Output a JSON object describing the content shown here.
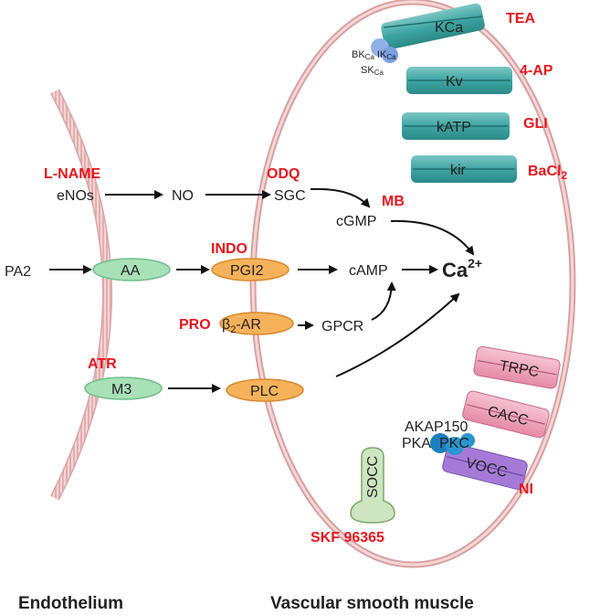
{
  "inhibitors": {
    "tea": "TEA",
    "ap4": "4-AP",
    "gli": "GLI",
    "bacl2": "BaCl",
    "lname": "L-NAME",
    "odq": "ODQ",
    "mb": "MB",
    "indo": "INDO",
    "pro": "PRO",
    "atr": "ATR",
    "ni": "NI",
    "skf": "SKF 96365"
  },
  "channels": {
    "kca": "KCa",
    "kv": "Kv",
    "katp": "kATP",
    "kir": "kir",
    "trpc": "TRPC",
    "cacc": "CACC",
    "vocc": "VOCC",
    "socc": "SOCC",
    "bkca": "BK",
    "ikca": "IK",
    "skca": "SK",
    "ca_sub": "Ca"
  },
  "kinases": {
    "akap": "AKAP150",
    "pka": "PKA",
    "pkc": "PKC"
  },
  "molecules": {
    "enos": "eNOs",
    "no": "NO",
    "sgc": "SGC",
    "cgmp": "cGMP",
    "pa2": "PA2",
    "aa": "AA",
    "pgi2": "PGI2",
    "camp": "cAMP",
    "ca": "Ca",
    "ca_charge": "2+",
    "beta2ar_prefix": "β",
    "beta2ar_sub": "2",
    "beta2ar_suffix": "-AR",
    "gpcr": "GPCR",
    "m3": "M3",
    "plc": "PLC",
    "bacl2_sub": "2"
  },
  "captions": {
    "endothelium": "Endothelium",
    "vsm": "Vascular smooth muscle"
  },
  "colors": {
    "inhibitor": "#e8151b",
    "potassium_channel": "#4fb3b0",
    "receptor_green": "#a8e0b8",
    "enzyme_orange": "#f5b25a",
    "pink_channel": "#f0a8c0",
    "vocc_purple": "#a57ad6",
    "cell_membrane": "#f0c0c0"
  }
}
